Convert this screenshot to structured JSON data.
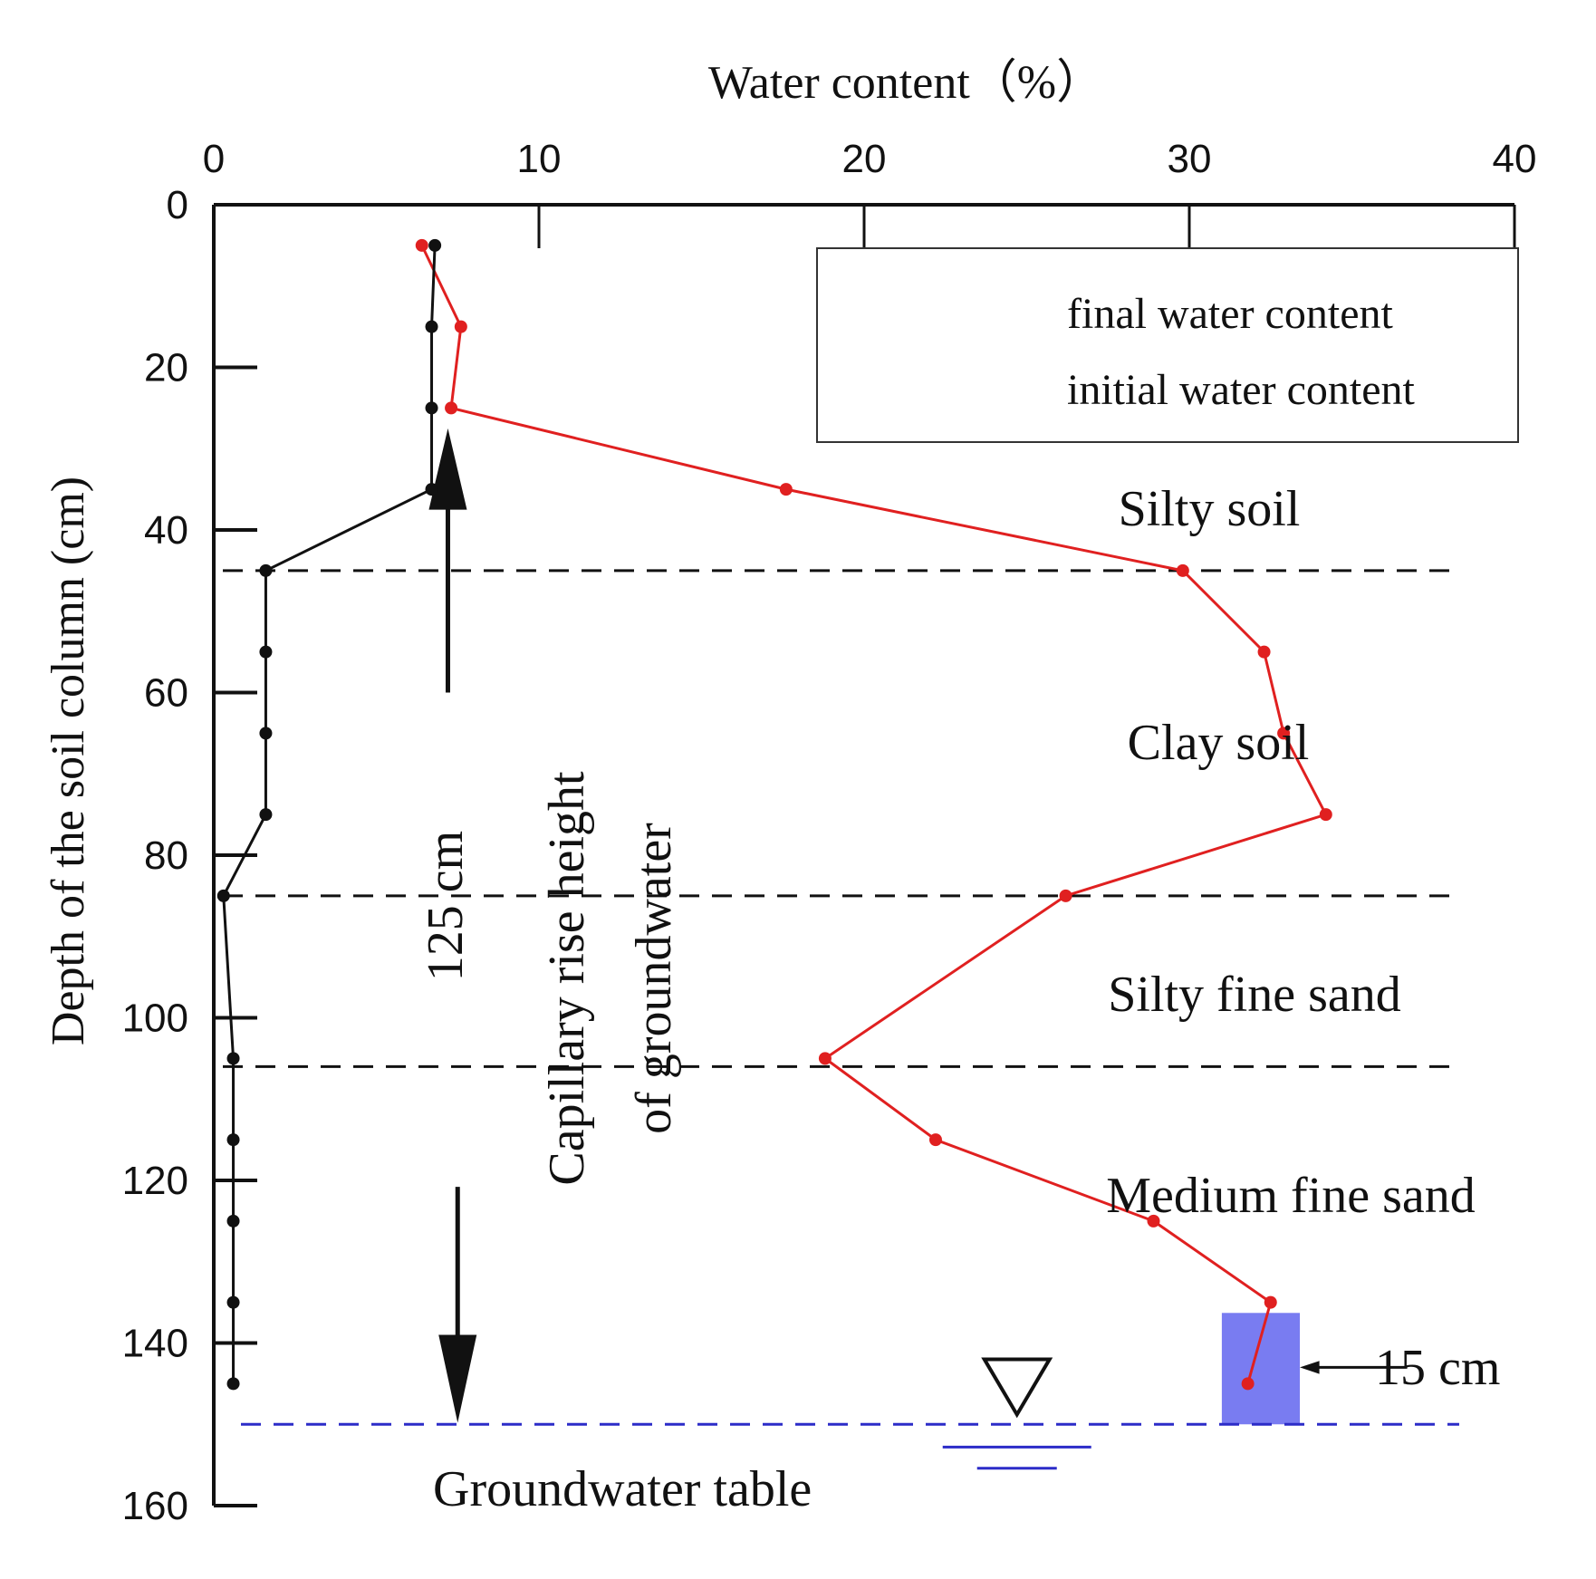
{
  "chart_data": {
    "type": "line",
    "xlabel": "Water content（%）",
    "ylabel": "Depth of the soil column (cm)",
    "xlim": [
      0,
      40
    ],
    "ylim": [
      0,
      160
    ],
    "x_axis_position": "top",
    "y_axis_inverted": true,
    "x_ticks": [
      "0",
      "10",
      "20",
      "30",
      "40"
    ],
    "y_ticks": [
      "0",
      "20",
      "40",
      "60",
      "80",
      "100",
      "120",
      "140",
      "160"
    ],
    "legend_position": "top-right",
    "series": [
      {
        "name": "final water content",
        "color": "#e02020",
        "points": [
          {
            "x": 6.4,
            "y": 5
          },
          {
            "x": 7.6,
            "y": 15
          },
          {
            "x": 7.3,
            "y": 25
          },
          {
            "x": 17.6,
            "y": 35
          },
          {
            "x": 29.8,
            "y": 45
          },
          {
            "x": 32.3,
            "y": 55
          },
          {
            "x": 32.9,
            "y": 65
          },
          {
            "x": 34.2,
            "y": 75
          },
          {
            "x": 26.2,
            "y": 85
          },
          {
            "x": 18.8,
            "y": 105
          },
          {
            "x": 22.2,
            "y": 115
          },
          {
            "x": 28.9,
            "y": 125
          },
          {
            "x": 32.5,
            "y": 135
          },
          {
            "x": 31.8,
            "y": 145
          }
        ]
      },
      {
        "name": "initial water content",
        "color": "#111111",
        "points": [
          {
            "x": 6.8,
            "y": 5
          },
          {
            "x": 6.7,
            "y": 15
          },
          {
            "x": 6.7,
            "y": 25
          },
          {
            "x": 6.7,
            "y": 35
          },
          {
            "x": 1.6,
            "y": 45
          },
          {
            "x": 1.6,
            "y": 55
          },
          {
            "x": 1.6,
            "y": 65
          },
          {
            "x": 1.6,
            "y": 75
          },
          {
            "x": 0.3,
            "y": 85
          },
          {
            "x": 0.6,
            "y": 105
          },
          {
            "x": 0.6,
            "y": 115
          },
          {
            "x": 0.6,
            "y": 125
          },
          {
            "x": 0.6,
            "y": 135
          },
          {
            "x": 0.6,
            "y": 145
          }
        ]
      }
    ],
    "layer_boundaries": [
      45,
      85,
      106
    ],
    "groundwater_depth": 150,
    "layer_labels": [
      {
        "text": "Silty soil",
        "depth": 37
      },
      {
        "text": "Clay soil",
        "depth": 66
      },
      {
        "text": "Silty fine sand",
        "depth": 97
      },
      {
        "text": "Medium fine sand",
        "depth": 122
      }
    ],
    "annotations": {
      "capillary_height": "125 cm",
      "capillary_label_line1": "Capillary rise height",
      "capillary_label_line2": "of groundwater",
      "zone_label": "15 cm",
      "groundwater_label": "Groundwater table"
    },
    "colors": {
      "boundary_line": "#111111",
      "groundwater_line": "#2c2cc8",
      "zone_fill": "#6a6ef0"
    }
  }
}
